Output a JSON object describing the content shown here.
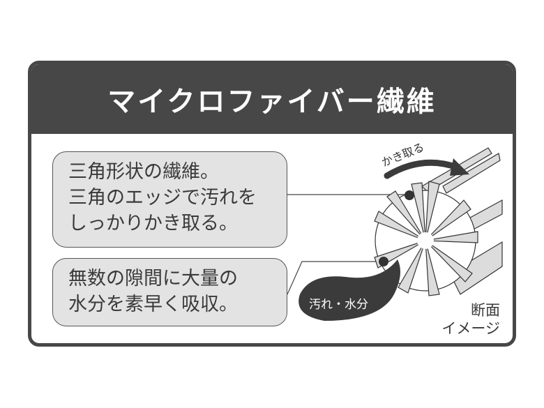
{
  "header": {
    "title": "マイクロファイバー繊維"
  },
  "callouts": [
    {
      "lines": [
        "三角形状の繊維。",
        "三角のエッジで汚れを",
        "しっかりかき取る。"
      ]
    },
    {
      "lines": [
        "無数の隙間に大量の",
        "水分を素早く吸収。"
      ]
    }
  ],
  "diagram": {
    "arrow_label": "かき取る",
    "dirt_label": "汚れ・水分",
    "caption_lines": [
      "断面",
      "イメージ"
    ],
    "colors": {
      "frame": "#474747",
      "callout_fill": "#e3e3e3",
      "fiber_fill": "#dcdcdc",
      "dark": "#3b3b3b"
    }
  }
}
